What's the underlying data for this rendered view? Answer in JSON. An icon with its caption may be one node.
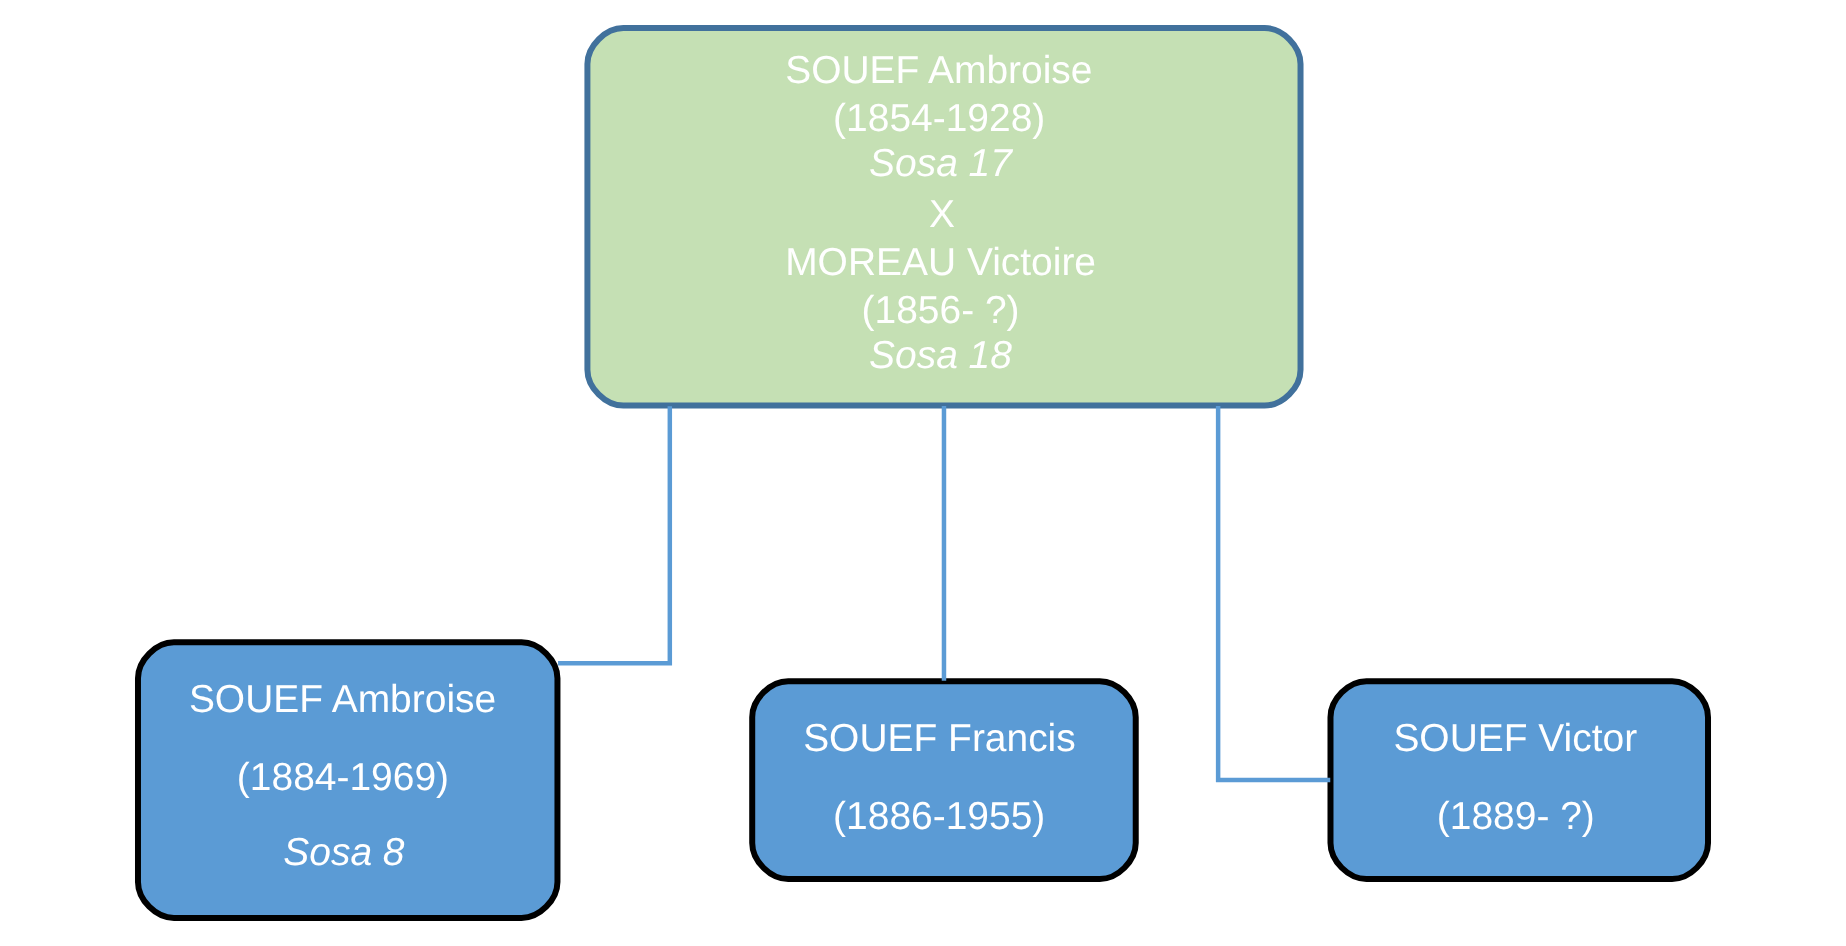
{
  "diagram": {
    "nodes": [
      {
        "text": [
          "SOUEF Ambroise",
          "(1854-1928)",
          "Sosa 17",
          "X",
          "MOREAU Victoire",
          "(1856- ?)",
          "Sosa 18"
        ]
      },
      {
        "text": [
          "SOUEF Ambroise",
          "(1884-1969)",
          "Sosa 8"
        ]
      },
      {
        "text": [
          "SOUEF Francis",
          "(1886-1955)"
        ]
      },
      {
        "text": [
          "SOUEF Victor",
          "(1889- ?)"
        ]
      }
    ],
    "edges": [
      {
        "from": 0,
        "to": 1,
        "arrow": "none"
      },
      {
        "from": 0,
        "to": 2,
        "arrow": "none"
      },
      {
        "from": 0,
        "to": 3,
        "arrow": "none"
      }
    ]
  }
}
